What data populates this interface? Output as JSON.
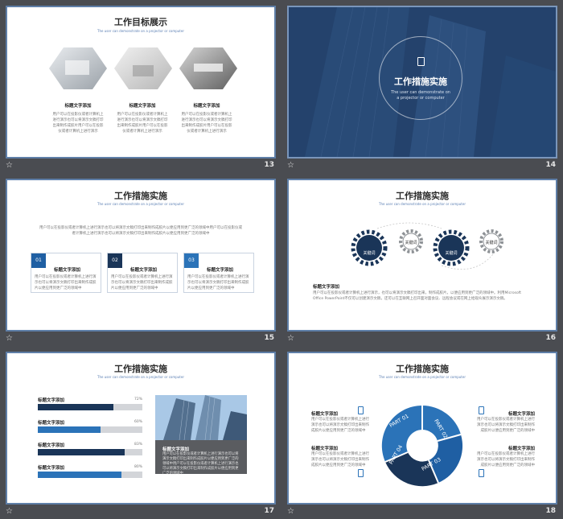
{
  "slides": [
    {
      "number": "13",
      "title": "工作目标展示",
      "subtitle": "The user can demonstrate on a projector or computer",
      "items": [
        {
          "heading": "标题文字添加",
          "text": "用户可以在投影仪或者计算机上进行演示也可以将演示文稿打印出来制作成胶片用户可以在投影仪或者计算机上进行演示"
        },
        {
          "heading": "标题文字添加",
          "text": "用户可以在投影仪或者计算机上进行演示也可以将演示文稿打印出来制作成胶片用户可以在投影仪或者计算机上进行演示"
        },
        {
          "heading": "标题文字添加",
          "text": "用户可以在投影仪或者计算机上进行演示也可以将演示文稿打印出来制作成胶片用户可以在投影仪或者计算机上进行演示"
        }
      ]
    },
    {
      "number": "14",
      "title": "工作措施实施",
      "subtitle": "The user can demonstrate on a projector or computer"
    },
    {
      "number": "15",
      "title": "工作措施实施",
      "subtitle": "The user can demonstrate on a projector or computer",
      "intro": "用户可以在投影仪或者计算机上进行演示也可以将演示文稿打印出来制作成胶片以便应用到更广泛的领域中用户可以在投影仪或者计算机上进行演示也可以将演示文稿打印出来制作成胶片以便应用到更广泛的领域中",
      "cards": [
        {
          "num": "01",
          "heading": "标题文字添加",
          "text": "用户可以在投影仪或者计算机上进行演示也可以将演示文稿打印出来制作成胶片以便应用到更广泛的领域中"
        },
        {
          "num": "02",
          "heading": "标题文字添加",
          "text": "用户可以在投影仪或者计算机上进行演示也可以将演示文稿打印出来制作成胶片以便应用到更广泛的领域中"
        },
        {
          "num": "03",
          "heading": "标题文字添加",
          "text": "用户可以在投影仪或者计算机上进行演示也可以将演示文稿打印出来制作成胶片以便应用到更广泛的领域中"
        }
      ],
      "card_colors": [
        "#1f5fa3",
        "#1a3558",
        "#2b73b8"
      ]
    },
    {
      "number": "16",
      "title": "工作措施实施",
      "subtitle": "The user can demonstrate on a projector or computer",
      "gears": [
        "关键词",
        "关键词",
        "关键词",
        "关键词"
      ],
      "heading": "标题文字添加",
      "text": "用户可以在投影仪或者计算机上进行演示，也可以将演示文稿打印出来，制作成胶片，以便应用到更广泛的领域中。利用Microsoft Office PowerPoint不仅可以创建演示文稿，还可以在互联网上召开面对面会议、远程会议或在网上给观众展示演示文稿。"
    },
    {
      "number": "17",
      "title": "工作措施实施",
      "subtitle": "The user can demonstrate on a projector or computer",
      "progress": [
        {
          "label": "标题文字添加",
          "value": 72,
          "pct": "72%",
          "color": "#1a3558"
        },
        {
          "label": "标题文字添加",
          "value": 60,
          "pct": "60%",
          "color": "#2b73b8"
        },
        {
          "label": "标题文字添加",
          "value": 83,
          "pct": "83%",
          "color": "#1a3558"
        },
        {
          "label": "标题文字添加",
          "value": 80,
          "pct": "80%",
          "color": "#2b73b8"
        }
      ],
      "box_heading": "标题文字添加",
      "box_text": "用户可以在投影仪或者计算机上进行演示也可以将演示文稿打印出来制作成胶片以便应用到更广泛的领域中用户可以在投影仪或者计算机上进行演示也可以将演示文稿打印出来制作成胶片以便应用到更广泛的领域中"
    },
    {
      "number": "18",
      "title": "工作措施实施",
      "subtitle": "The user can demonstrate on a projector or computer",
      "parts": [
        "PART 01",
        "PART 02",
        "PART 03",
        "PART 04"
      ],
      "side_items": [
        {
          "heading": "标题文字添加",
          "text": "用户可以在投影仪或者计算机上进行演示也可以将演示文稿打印出来制作成胶片以便应用到更广泛的领域中"
        },
        {
          "heading": "标题文字添加",
          "text": "用户可以在投影仪或者计算机上进行演示也可以将演示文稿打印出来制作成胶片以便应用到更广泛的领域中"
        },
        {
          "heading": "标题文字添加",
          "text": "用户可以在投影仪或者计算机上进行演示也可以将演示文稿打印出来制作成胶片以便应用到更广泛的领域中"
        },
        {
          "heading": "标题文字添加",
          "text": "用户可以在投影仪或者计算机上进行演示也可以将演示文稿打印出来制作成胶片以便应用到更广泛的领域中"
        }
      ]
    }
  ],
  "icons": {
    "star": "☆"
  },
  "colors": {
    "navy": "#1a3558",
    "blue": "#2b73b8",
    "accent": "#1f5fa3"
  }
}
